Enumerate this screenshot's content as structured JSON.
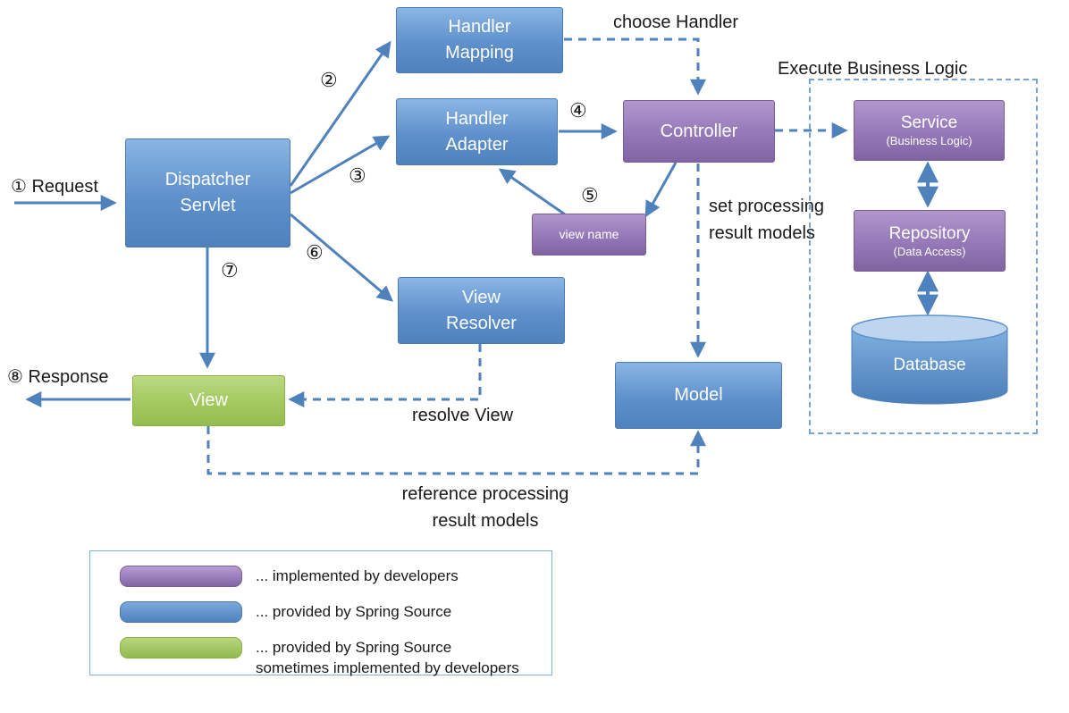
{
  "nodes": {
    "handler_mapping": {
      "label": "Handler\nMapping"
    },
    "handler_adapter": {
      "label": "Handler\nAdapter"
    },
    "dispatcher_servlet": {
      "label": "Dispatcher\nServlet"
    },
    "controller": {
      "label": "Controller"
    },
    "view_name": {
      "label": "view name"
    },
    "view_resolver": {
      "label": "View\nResolver"
    },
    "view": {
      "label": "View"
    },
    "model": {
      "label": "Model"
    },
    "service": {
      "label": "Service",
      "sublabel": "(Business Logic)"
    },
    "repository": {
      "label": "Repository",
      "sublabel": "(Data Access)"
    },
    "database": {
      "label": "Database"
    }
  },
  "annotations": {
    "request": "① Request",
    "response": "⑧ Response",
    "choose_handler": "choose Handler",
    "execute_business_logic": "Execute Business Logic",
    "set_processing_result_models": "set processing\nresult models",
    "resolve_view": "resolve View",
    "reference_processing_result_models": "reference processing\nresult models",
    "step_2": "②",
    "step_3": "③",
    "step_4": "④",
    "step_5": "⑤",
    "step_6": "⑥",
    "step_7": "⑦"
  },
  "legend": [
    {
      "swatch": "purple",
      "text": "... implemented by developers"
    },
    {
      "swatch": "blue",
      "text": "... provided by Spring Source"
    },
    {
      "swatch": "green",
      "text": "... provided by Spring Source\nsometimes implemented by developers"
    }
  ],
  "colors": {
    "spring_blue": "#4F81BD",
    "developer_purple": "#8064A2",
    "view_green": "#9BBB59",
    "arrow": "#4F81BD"
  }
}
